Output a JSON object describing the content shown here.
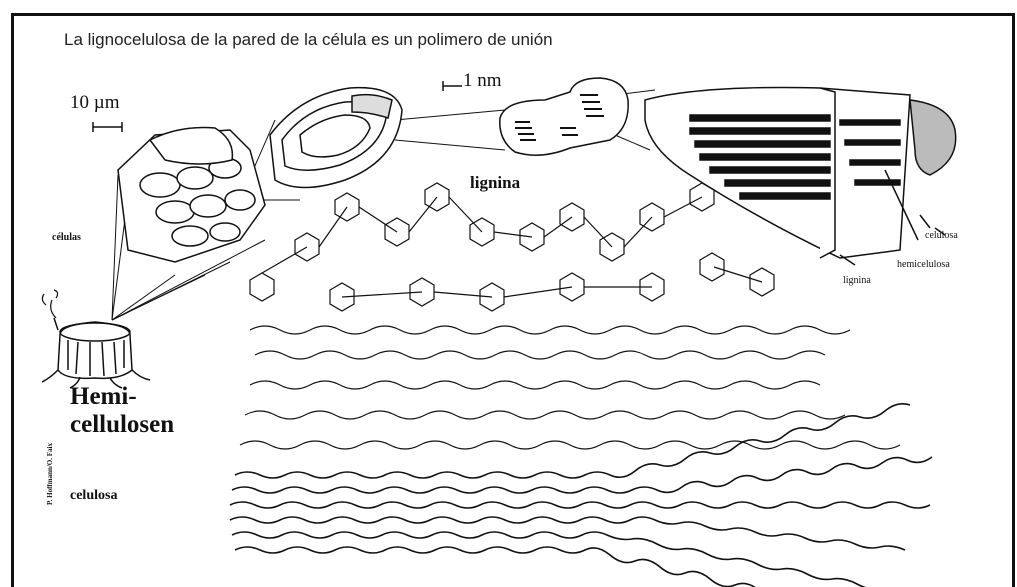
{
  "title": "La lignocelulosa de la pared de la célula es un polimero de unión",
  "labels": {
    "scale_10um": "10 µm",
    "scale_1nm": "1 nm",
    "lignina": "lignina",
    "celulas": "células",
    "celulosa_right": "celulosa",
    "hemicelulosa": "hemicelulosa",
    "lignina_small": "lignina",
    "hemi_line1": "Hemi-",
    "hemi_line2": "cellulosen",
    "celulosa_left": "celulosa",
    "credit": "P. Hoffmann/O. Faix"
  },
  "colors": {
    "ink": "#111111",
    "frame": "#111111",
    "background": "#ffffff"
  }
}
